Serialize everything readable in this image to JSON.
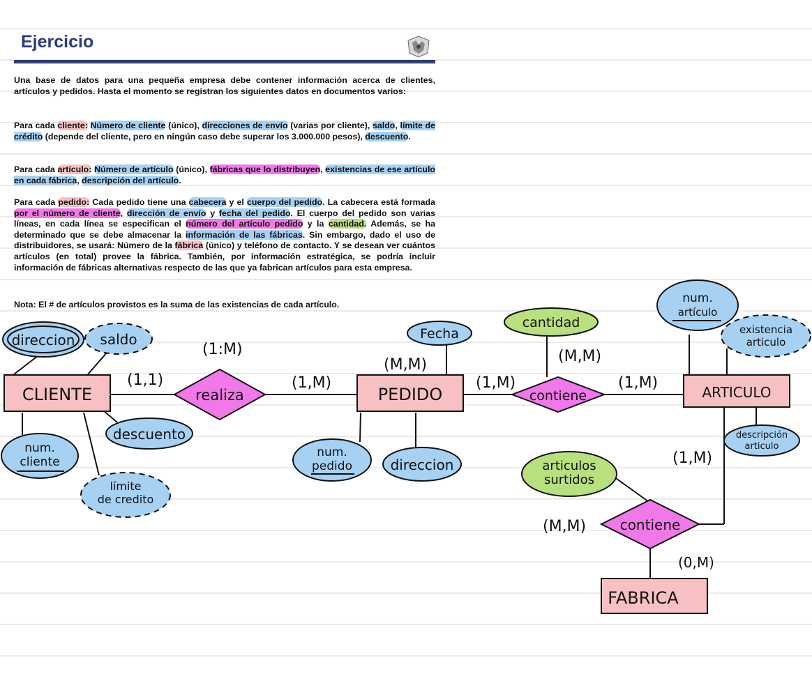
{
  "document": {
    "title": "Ejercicio",
    "intro": "Una base de datos para una pequeña empresa debe contener información acerca de clientes, artículos y pedidos. Hasta el momento se registran los siguientes datos en documentos varios:",
    "cliente": {
      "p1": "Para cada ",
      "h_cliente": "cliente:",
      "p2": " ",
      "h_num": "Número de cliente",
      "p3": " (único), ",
      "h_dir": "direcciones de envío",
      "p4": " (varias por cliente), ",
      "h_saldo": "saldo",
      "p5": ", ",
      "h_limite": "límite de crédito",
      "p6": " (depende del cliente, pero en ningún caso debe superar los 3.000.000 pesos), ",
      "h_desc": "descuento",
      "p7": "."
    },
    "articulo": {
      "p1": "Para cada ",
      "h_art": "artículo:",
      "p2": " ",
      "h_num": "Número de artículo",
      "p3": " (único), ",
      "h_fab": "fábricas que lo distribuyen",
      "p4": ", ",
      "h_exist": "existencias de ese artículo en cada fábrica",
      "p5": ", ",
      "h_desc": "descripción del artículo",
      "p6": "."
    },
    "pedido": {
      "p1": "Para cada ",
      "h_ped": "pedido:",
      "p2": " Cada pedido tiene una ",
      "h_cab": "cabecera",
      "p3": " y el ",
      "h_cuerpo": "cuerpo del pedido",
      "p4": ". La cabecera está formada ",
      "h_numcli": "por el número de cliente",
      "p5": ", ",
      "h_dir": "dirección de envío",
      "p6": " y ",
      "h_fecha": "fecha del pedido",
      "p7": ". El cuerpo del pedido son varias líneas, en cada línea se especifican el ",
      "h_numart": "número del artículo pedido",
      "p8": " y la ",
      "h_cant": "cantidad.",
      "p9": " Además, se ha determinado que se debe almacenar la ",
      "h_info": "información de las fábricas",
      "p10": ". Sin embargo, dado el uso de distribuidores, se usará: Número de la ",
      "h_fabrica": "fábrica",
      "p11": " (único) y teléfono de contacto. Y se desean ver cuántos artículos (en total) provee la fábrica. También, por información estratégica, se podría incluir información de fábricas alternativas respecto de las que ya fabrican artículos para esta empresa."
    },
    "nota": "Nota: El # de artículos provistos es la suma de las existencias de cada artículo."
  },
  "diagram": {
    "colors": {
      "entity": "#f7c1c4",
      "relationship": "#f078e8",
      "attribute": "#a7d1f2",
      "attribute_green": "#b9e07e",
      "ink": "#111111"
    },
    "entities": {
      "cliente": "CLIENTE",
      "pedido": "PEDIDO",
      "articulo": "ARTICULO",
      "fabrica": "FABRICA"
    },
    "relationships": {
      "realiza": "realiza",
      "contiene1": "contiene",
      "contiene2": "contiene"
    },
    "attributes": {
      "cliente_direccion": "direccion",
      "cliente_saldo": "saldo",
      "cliente_descuento": "descuento",
      "cliente_num_l1": "num.",
      "cliente_num_l2": "cliente",
      "cliente_limite_l1": "límite",
      "cliente_limite_l2": "de credito",
      "pedido_fecha": "Fecha",
      "pedido_num_l1": "num.",
      "pedido_num_l2": "pedido",
      "pedido_direccion": "direccion",
      "cantidad": "cantidad",
      "articulo_num_l1": "num.",
      "articulo_num_l2": "artículo",
      "articulo_exist_l1": "existencia",
      "articulo_exist_l2": "articulo",
      "articulo_desc_l1": "descripción",
      "articulo_desc_l2": "articulo",
      "surtidos_l1": "articulos",
      "surtidos_l2": "surtidos"
    },
    "cardinalities": {
      "cliente_realiza": "(1,1)",
      "realiza_top": "(1:M)",
      "realiza_pedido": "(1,M)",
      "pedido_top": "(M,M)",
      "pedido_contiene": "(1,M)",
      "contiene_top": "(M,M)",
      "contiene_articulo": "(1,M)",
      "articulo_down": "(1,M)",
      "contiene2_left": "(M,M)",
      "contiene2_fabrica": "(0,M)"
    }
  }
}
